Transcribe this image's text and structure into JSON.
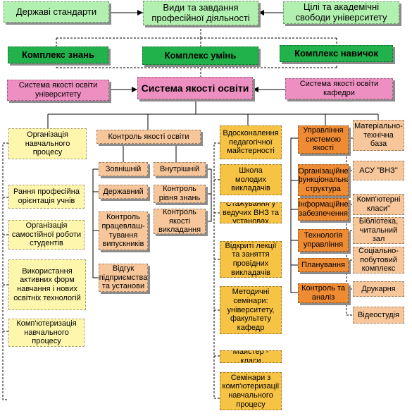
{
  "colors": {
    "top_boxes": "#b2f0b0",
    "complex_boxes": "#22b24c",
    "quality_system": "#ee8fc1",
    "col1": "#fff6ae",
    "col2": "#f7c79b",
    "col3": "#f7c345",
    "col4": "#ee8b33",
    "col5": "#f7c79b"
  },
  "top": {
    "standards": "Державі стандарти",
    "types": "Види та завдання професійної діяльності",
    "goals": "Цілі та академічні свободи університету"
  },
  "complexes": {
    "knowledge": "Комплекс знань",
    "skills": "Комплекс умінь",
    "habits": "Комплекс навичок"
  },
  "quality": {
    "university": "Система якості освіти університету",
    "main": "Система якості освіти",
    "department": "Система якості освіти кафедри"
  },
  "col1": {
    "head": "Організація навчального процесу",
    "items": [
      "Рання професійна орієнтація учнів",
      "Організація самостійної роботи студентів",
      "Використання активних форм навчання і нових освітніх технологій",
      "Комп'ютеризація навчального процесу"
    ]
  },
  "col2": {
    "head": "Контроль якості освіти",
    "external": "Зовнішній",
    "internal": "Внутрішній",
    "state": "Державний",
    "graduates": "Контроль працевлаш-тування випускників",
    "feedback": "Відгук підприємства та установи",
    "knowledge_level": "Контроль рівня знань",
    "teaching_quality": "Контроль якості викладання"
  },
  "col3": {
    "head": "Вдосконалення педагогічної майстерності",
    "items": [
      "Школа молодих викладачів",
      "Стажування у ведучих ВНЗ та установах",
      "Відкриті лекції та заняття провідних викладачів",
      "Методичні семінари: університету, факультету кафедр",
      "Майстер - класи",
      "Семінари з комп'ютеризації навчального процесу"
    ]
  },
  "col4": {
    "items": [
      "Управління системою якості",
      "Організаційне функціональна структура",
      "Інформаційне забезпечення",
      "Технологія управління",
      "Планування",
      "Контроль та аналіз"
    ]
  },
  "col5": {
    "items": [
      "Матеріально-технічна база",
      "АСУ \"ВНЗ\"",
      "Комп'ютерні класи\"",
      "Бібліотека, читальний зал",
      "Соціально-побутовий комплекс",
      "Друкарня",
      "Відеостудія"
    ]
  }
}
